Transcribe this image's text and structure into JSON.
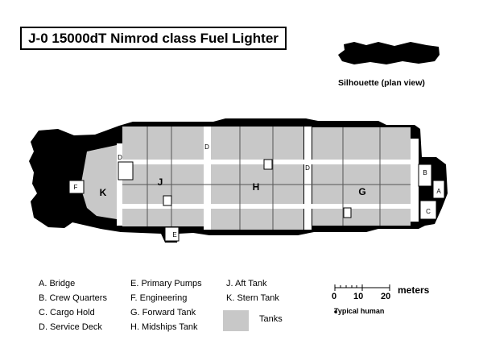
{
  "title": "J-0 15000dT Nimrod class Fuel Lighter",
  "silhouette_label": "Silhouette (plan view)",
  "room_letters": {
    "A": "A",
    "B": "B",
    "C": "C",
    "D": "D",
    "E": "E",
    "F": "F",
    "G": "G",
    "H": "H",
    "J": "J",
    "K": "K"
  },
  "legend": [
    {
      "text": "A.  Bridge"
    },
    {
      "text": "B.  Crew Quarters"
    },
    {
      "text": "C.  Cargo Hold"
    },
    {
      "text": "D.  Service Deck"
    },
    {
      "text": "E.  Primary Pumps"
    },
    {
      "text": "F.  Engineering"
    },
    {
      "text": "G.  Forward Tank"
    },
    {
      "text": "H.  Midships Tank"
    },
    {
      "text": "J.  Aft Tank"
    },
    {
      "text": "K.  Stern Tank"
    }
  ],
  "tanks_label": "Tanks",
  "scale": {
    "label": "meters",
    "ticks": [
      "0",
      "10",
      "20"
    ]
  },
  "human_label": "Typical human",
  "colors": {
    "tank_fill": "#c8c8c8",
    "hull": "#000000",
    "service": "#ffffff"
  }
}
